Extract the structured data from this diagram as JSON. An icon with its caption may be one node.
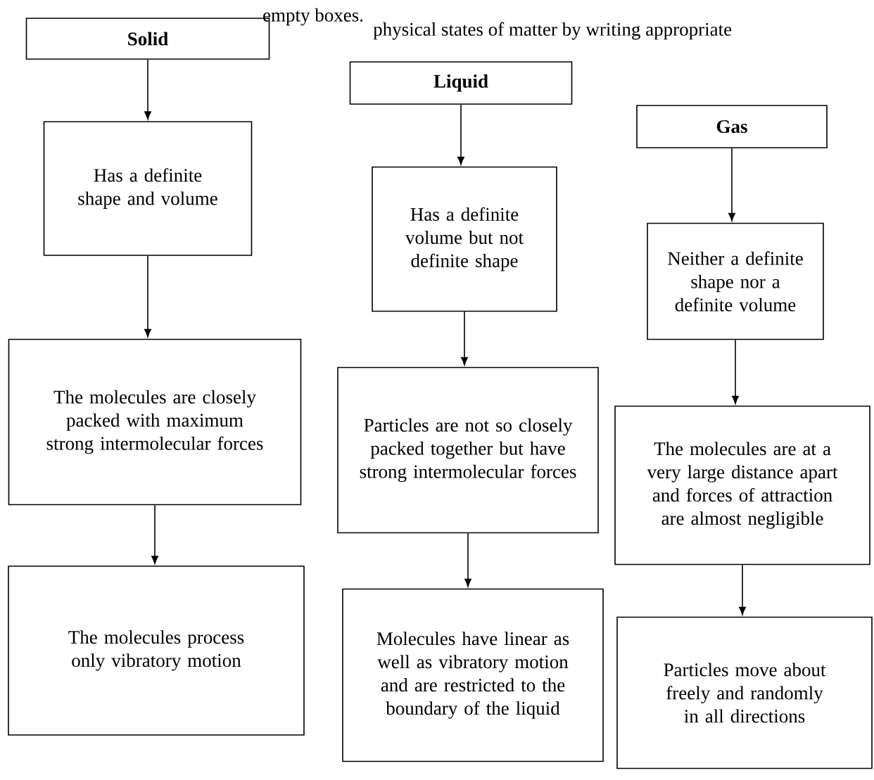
{
  "diagram": {
    "nodes": [
      {
        "text": [
          "Solid"
        ]
      },
      {
        "text": [
          "Has a definite shape and volume"
        ]
      },
      {
        "text": [
          "The molecules are closely packed with maximum strong intermolecular forces"
        ]
      },
      {
        "text": [
          "The molecules process only vibratory motion"
        ]
      },
      {
        "text": [
          "Liquid"
        ]
      },
      {
        "text": [
          "Has a definite volume but not definite shape"
        ]
      },
      {
        "text": [
          "Particles are not so closely packed together but have strong intermolecular forces"
        ]
      },
      {
        "text": [
          "Molecules have linear as well as vibratory motion and are restricted to the boundary of the liquid"
        ]
      },
      {
        "text": [
          "Gas"
        ]
      },
      {
        "text": [
          "Neither a definite shape nor a definite volume"
        ]
      },
      {
        "text": [
          "The molecules are at a very large distance apart and forces of attraction are almost negligible"
        ]
      },
      {
        "text": [
          "Particles move about freely and randomly in all directions"
        ]
      }
    ],
    "edges": [
      {
        "from": 0,
        "to": 1,
        "arrow": "to"
      },
      {
        "from": 1,
        "to": 2,
        "arrow": "to"
      },
      {
        "from": 2,
        "to": 3,
        "arrow": "to"
      },
      {
        "from": 4,
        "to": 5,
        "arrow": "to"
      },
      {
        "from": 5,
        "to": 6,
        "arrow": "to"
      },
      {
        "from": 6,
        "to": 7,
        "arrow": "to"
      },
      {
        "from": 8,
        "to": 9,
        "arrow": "to"
      },
      {
        "from": 9,
        "to": 10,
        "arrow": "to"
      },
      {
        "from": 10,
        "to": 11,
        "arrow": "to"
      }
    ],
    "labels": [
      "empty boxes.",
      "physical states of matter by writing appropriate"
    ]
  }
}
